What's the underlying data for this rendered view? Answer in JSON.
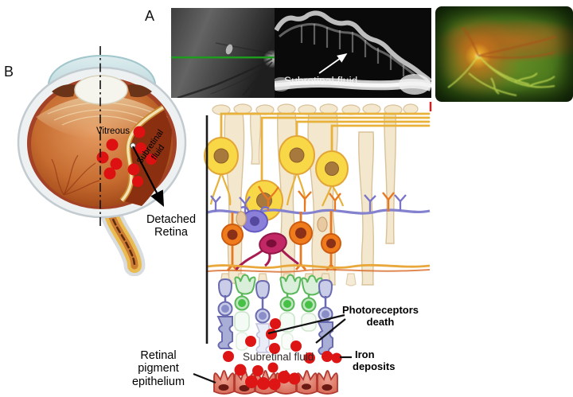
{
  "figure": {
    "panel_a": {
      "label": "A",
      "oct_annotation": "Subretinal fluid"
    },
    "panel_b": {
      "label": "B",
      "vitreous_label": "Vitreous",
      "subretinal_line1": "Subretinal",
      "subretinal_line2": "fluid",
      "detached_line1": "Detached",
      "detached_line2": "Retina"
    },
    "retina_diagram": {
      "photoreceptors_death_line1": "Photoreceptors",
      "photoreceptors_death_line2": "death",
      "subretinal_fluid_label": "Subretinal fluid",
      "iron_deposits_line1": "Iron",
      "iron_deposits_line2": "deposits",
      "rpe_line1": "Retinal",
      "rpe_line2": "pigment",
      "rpe_line3": "epithelium"
    },
    "colors": {
      "iron_deposit_red": "#dd1515",
      "scan_line_green": "#1c9e1c",
      "ganglion_yellow": "#f9d848",
      "bipolar_orange": "#f07b1c",
      "amacrine_purple": "#8a80da",
      "horizontal_cell_magenta": "#c22766",
      "cone_green": "#bfe6bf",
      "rod_blue": "#c9cde8",
      "rpe_salmon": "#e2796a",
      "muller_beige": "#f3e7cd"
    }
  }
}
